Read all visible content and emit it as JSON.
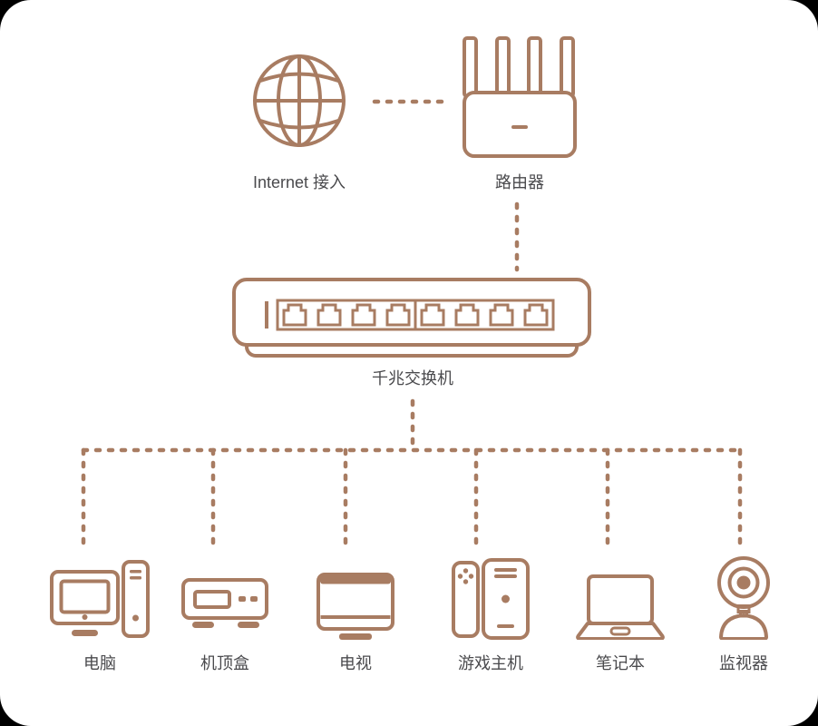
{
  "colors": {
    "accent": "#a87c62",
    "text": "#4a4a4d",
    "card_bg": "#ffffff",
    "page_bg": "#000000"
  },
  "diagram": {
    "internet": {
      "label": "Internet 接入",
      "icon": "globe-icon"
    },
    "router": {
      "label": "路由器",
      "icon": "router-icon"
    },
    "switch": {
      "label": "千兆交换机",
      "icon": "switch-icon",
      "port_count": 8
    },
    "devices": [
      {
        "label": "电脑",
        "icon": "desktop-computer-icon"
      },
      {
        "label": "机顶盒",
        "icon": "set-top-box-icon"
      },
      {
        "label": "电视",
        "icon": "tv-icon"
      },
      {
        "label": "游戏主机",
        "icon": "game-console-icon"
      },
      {
        "label": "笔记本",
        "icon": "laptop-icon"
      },
      {
        "label": "监视器",
        "icon": "surveillance-camera-icon"
      }
    ],
    "connections": [
      {
        "from": "Internet 接入",
        "to": "路由器",
        "style": "dashed"
      },
      {
        "from": "路由器",
        "to": "千兆交换机",
        "style": "dashed"
      },
      {
        "from": "千兆交换机",
        "to": "电脑",
        "style": "dashed"
      },
      {
        "from": "千兆交换机",
        "to": "机顶盒",
        "style": "dashed"
      },
      {
        "from": "千兆交换机",
        "to": "电视",
        "style": "dashed"
      },
      {
        "from": "千兆交换机",
        "to": "游戏主机",
        "style": "dashed"
      },
      {
        "from": "千兆交换机",
        "to": "笔记本",
        "style": "dashed"
      },
      {
        "from": "千兆交换机",
        "to": "监视器",
        "style": "dashed"
      }
    ]
  }
}
